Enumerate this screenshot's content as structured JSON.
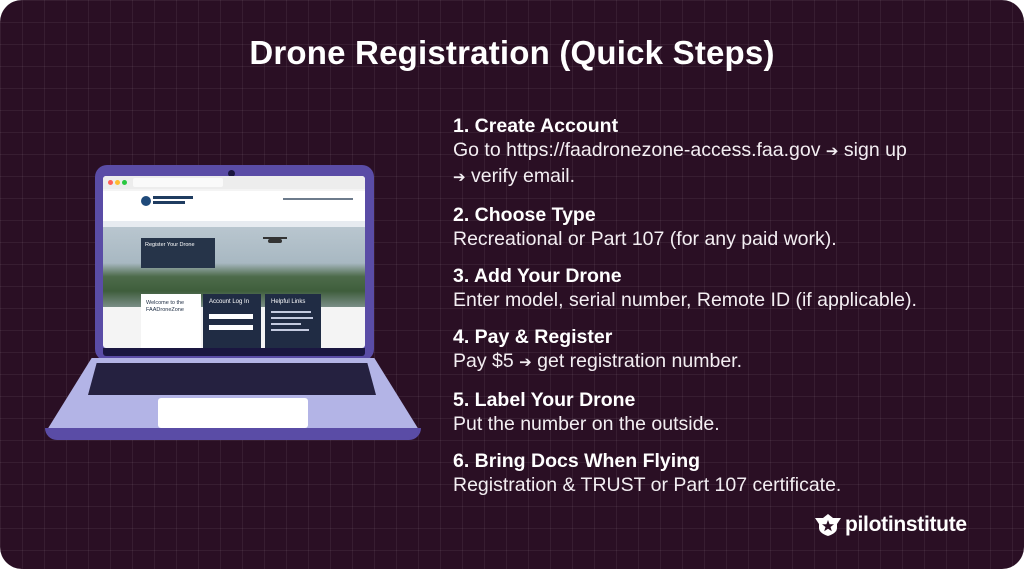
{
  "title": "Drone Registration (Quick Steps)",
  "steps": [
    {
      "title": "1. Create Account",
      "desc_line1": "Go to https://faadronezone-access.faa.gov",
      "desc_line1_tail": "sign up",
      "desc_line2": "verify email."
    },
    {
      "title": "2. Choose Type",
      "desc": "Recreational or Part 107 (for any paid work)."
    },
    {
      "title": "3. Add Your Drone",
      "desc": "Enter model, serial number, Remote ID (if applicable)."
    },
    {
      "title": "4. Pay & Register",
      "desc_a": "Pay $5",
      "desc_b": "get registration number."
    },
    {
      "title": "5. Label Your Drone",
      "desc": "Put the number on the outside."
    },
    {
      "title": "6. Bring Docs When Flying",
      "desc": "Registration & TRUST or Part 107 certificate."
    }
  ],
  "arrow_glyph": "➔",
  "laptop_screen": {
    "hero_title": "Register Your Drone",
    "panel_welcome": "Welcome to the FAADroneZone",
    "panel_login": "Account Log In",
    "panel_links": "Helpful Links"
  },
  "brand": {
    "name": "pilotinstitute",
    "icon": "shield-star-icon"
  },
  "colors": {
    "background": "#2a0f24",
    "laptop": "#5a4ca6",
    "laptop_base": "#b3b4e6"
  }
}
